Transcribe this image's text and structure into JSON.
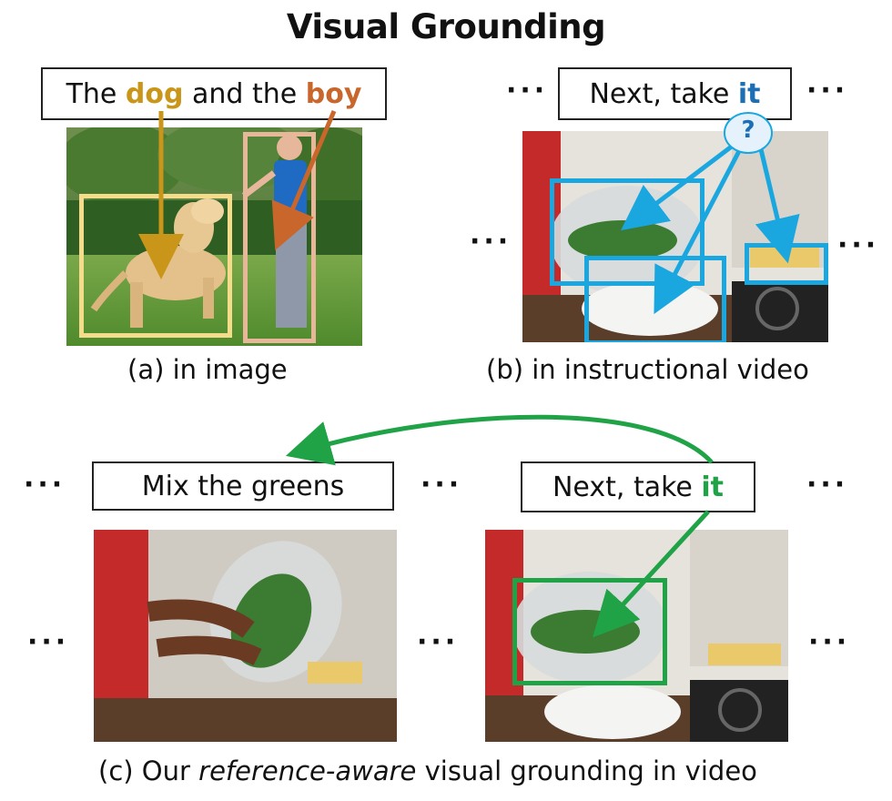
{
  "title": "Visual Grounding",
  "panel_a": {
    "query_prefix": "The ",
    "query_word_1": "dog",
    "query_middle": " and the ",
    "query_word_2": "boy",
    "caption": "(a) in image"
  },
  "panel_b": {
    "query_prefix": "Next, take ",
    "query_word": "it",
    "question_mark": "?",
    "caption": "(b) in instructional video",
    "dots": "···"
  },
  "panel_c": {
    "left_query": "Mix the greens",
    "right_query_prefix": "Next, take ",
    "right_query_word": "it",
    "caption_prefix": "(c) Our ",
    "caption_italic": "reference-aware",
    "caption_suffix": " visual grounding in video",
    "dots": "···"
  },
  "colors": {
    "dog": "#c9961a",
    "boy": "#c8662b",
    "blue": "#1aa7e0",
    "green": "#1fa346"
  }
}
